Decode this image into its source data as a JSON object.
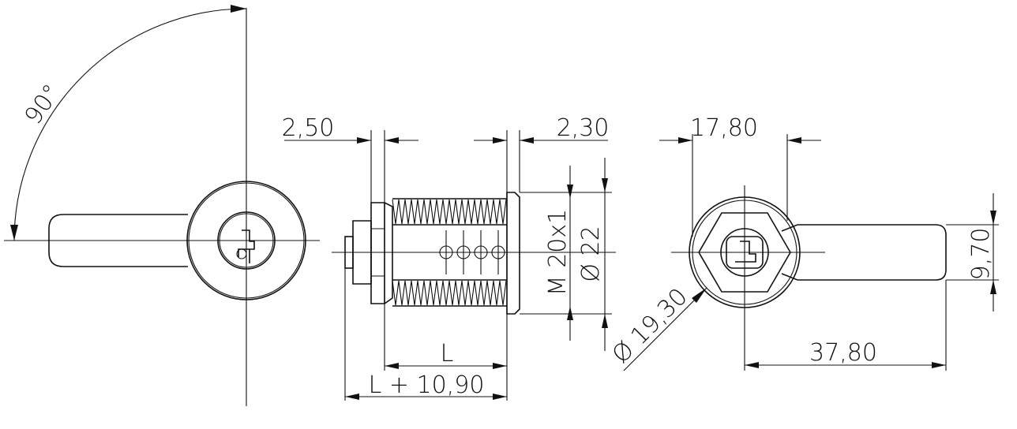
{
  "drawing": {
    "dimensions": {
      "angle": "90°",
      "flange_thickness": "2,50",
      "nut_thickness": "2,30",
      "cam_width": "17,80",
      "thread": "M 20x1",
      "body_diameter": "Ø 22",
      "housing_diameter": "Ø 19,30",
      "cam_height": "9,70",
      "cam_length": "37,80",
      "length": "L",
      "overall_length": "L + 10,90"
    }
  }
}
